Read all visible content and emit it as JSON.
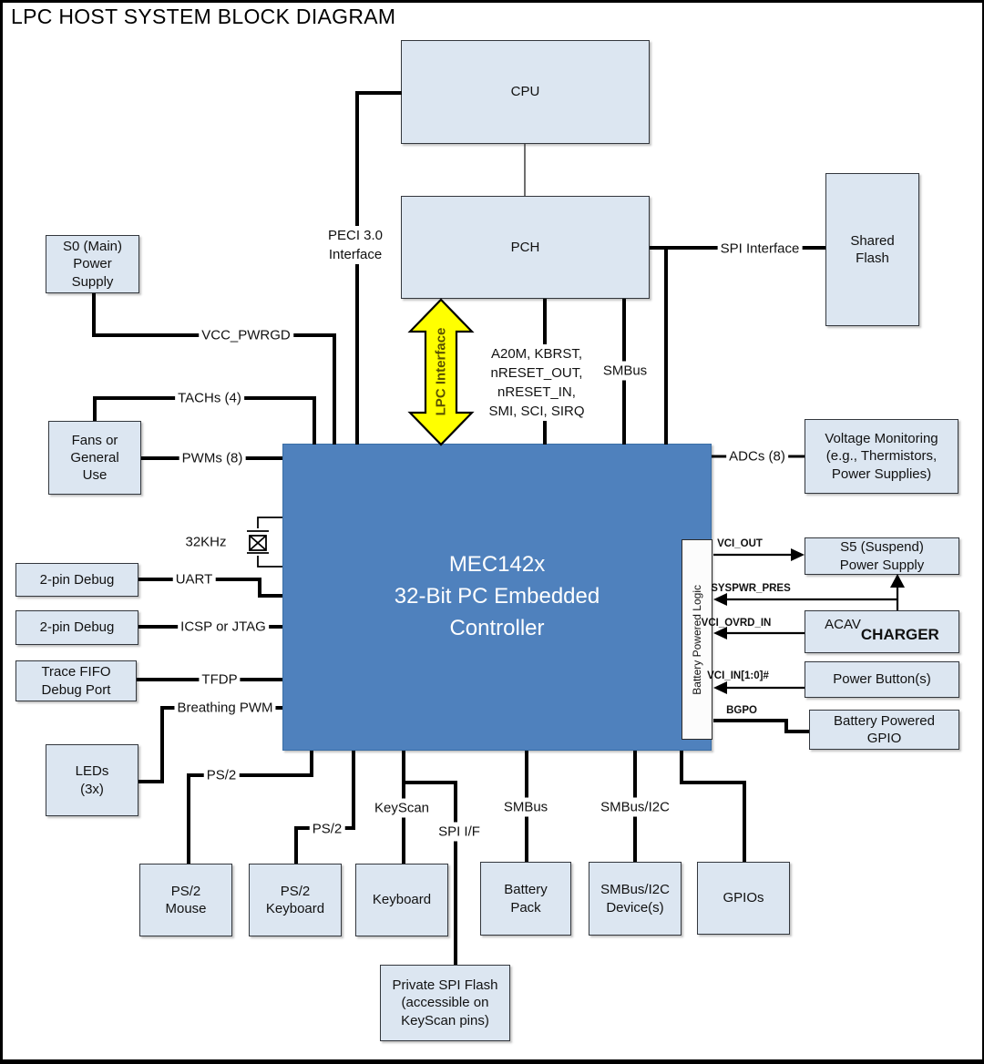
{
  "title": "LPC HOST SYSTEM BLOCK DIAGRAM",
  "colors": {
    "box_fill": "#dce6f1",
    "box_border": "#33373d",
    "controller_blue": "#4f81bd",
    "arrow_yellow": "#ffff00",
    "line_black": "#000000"
  },
  "blocks": {
    "cpu": "CPU",
    "pch": "PCH",
    "shared_flash": "Shared\nFlash",
    "s0_power": "S0 (Main)\nPower\nSupply",
    "fans": "Fans or\nGeneral\nUse",
    "voltage_monitoring": "Voltage Monitoring\n(e.g., Thermistors,\nPower Supplies)",
    "debug_uart": "2-pin Debug",
    "debug_icsp": "2-pin Debug",
    "trace_fifo": "Trace FIFO\nDebug Port",
    "leds": "LEDs\n(3x)",
    "mec": "MEC142x\n32-Bit PC Embedded\nController",
    "battery_logic": "Battery Powered Logic",
    "s5_power": "S5 (Suspend)\nPower Supply",
    "charger_prefix": "ACAV",
    "charger": "CHARGER",
    "power_buttons": "Power Button(s)",
    "battery_gpio": "Battery Powered\nGPIO",
    "ps2_mouse": "PS/2\nMouse",
    "ps2_keyboard": "PS/2\nKeyboard",
    "keyboard": "Keyboard",
    "battery_pack": "Battery\nPack",
    "smbus_devices": "SMBus/I2C\nDevice(s)",
    "gpios": "GPIOs",
    "private_spi_flash": "Private SPI Flash\n(accessible on\nKeyScan pins)"
  },
  "signals": {
    "peci": "PECI 3.0\nInterface",
    "spi_interface": "SPI Interface",
    "lpc_interface": "LPC Interface",
    "a20m_group": "A20M, KBRST,\nnRESET_OUT,\nnRESET_IN,\nSMI, SCI, SIRQ",
    "smbus_top": "SMBus",
    "vcc_pwrgd": "VCC_PWRGD",
    "tachs": "TACHs (4)",
    "pwms": "PWMs (8)",
    "khz32": "32KHz",
    "uart": "UART",
    "icsp_jtag": "ICSP or JTAG",
    "tfdp": "TFDP",
    "breathing_pwm": "Breathing PWM",
    "ps2_mouse_line": "PS/2",
    "ps2_keyboard_line": "PS/2",
    "keyscan": "KeyScan",
    "spi_if": "SPI I/F",
    "smbus_bottom": "SMBus",
    "smbus_i2c_bottom": "SMBus/I2C",
    "adcs": "ADCs (8)",
    "vci_out": "VCI_OUT",
    "syspwr_pres": "SYSPWR_PRES",
    "vci_ovrd_in": "VCI_OVRD_IN",
    "vci_in": "VCI_IN[1:0]#",
    "bgpo": "BGPO"
  }
}
